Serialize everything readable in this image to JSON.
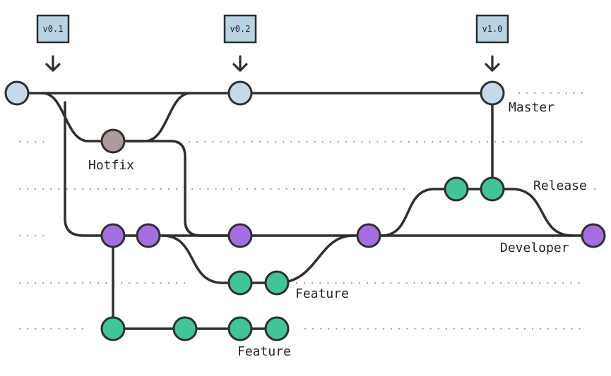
{
  "colors": {
    "master": "#c5d9ea",
    "hotfix": "#ad9a9b",
    "develop": "#a46ee1",
    "feature": "#3fc598",
    "release": "#3fc598",
    "tag": "#b7d3e4",
    "line": "#2f2f2f",
    "guide": "#7aa8cf"
  },
  "tags": [
    {
      "id": "v01",
      "label": "v0.1"
    },
    {
      "id": "v02",
      "label": "v0.2"
    },
    {
      "id": "v10",
      "label": "v1.0"
    }
  ],
  "branches": {
    "master": "Master",
    "hotfix": "Hotfix",
    "release": "Release",
    "develop": "Developer",
    "feature_1": "Feature",
    "feature_2": "Feature"
  }
}
